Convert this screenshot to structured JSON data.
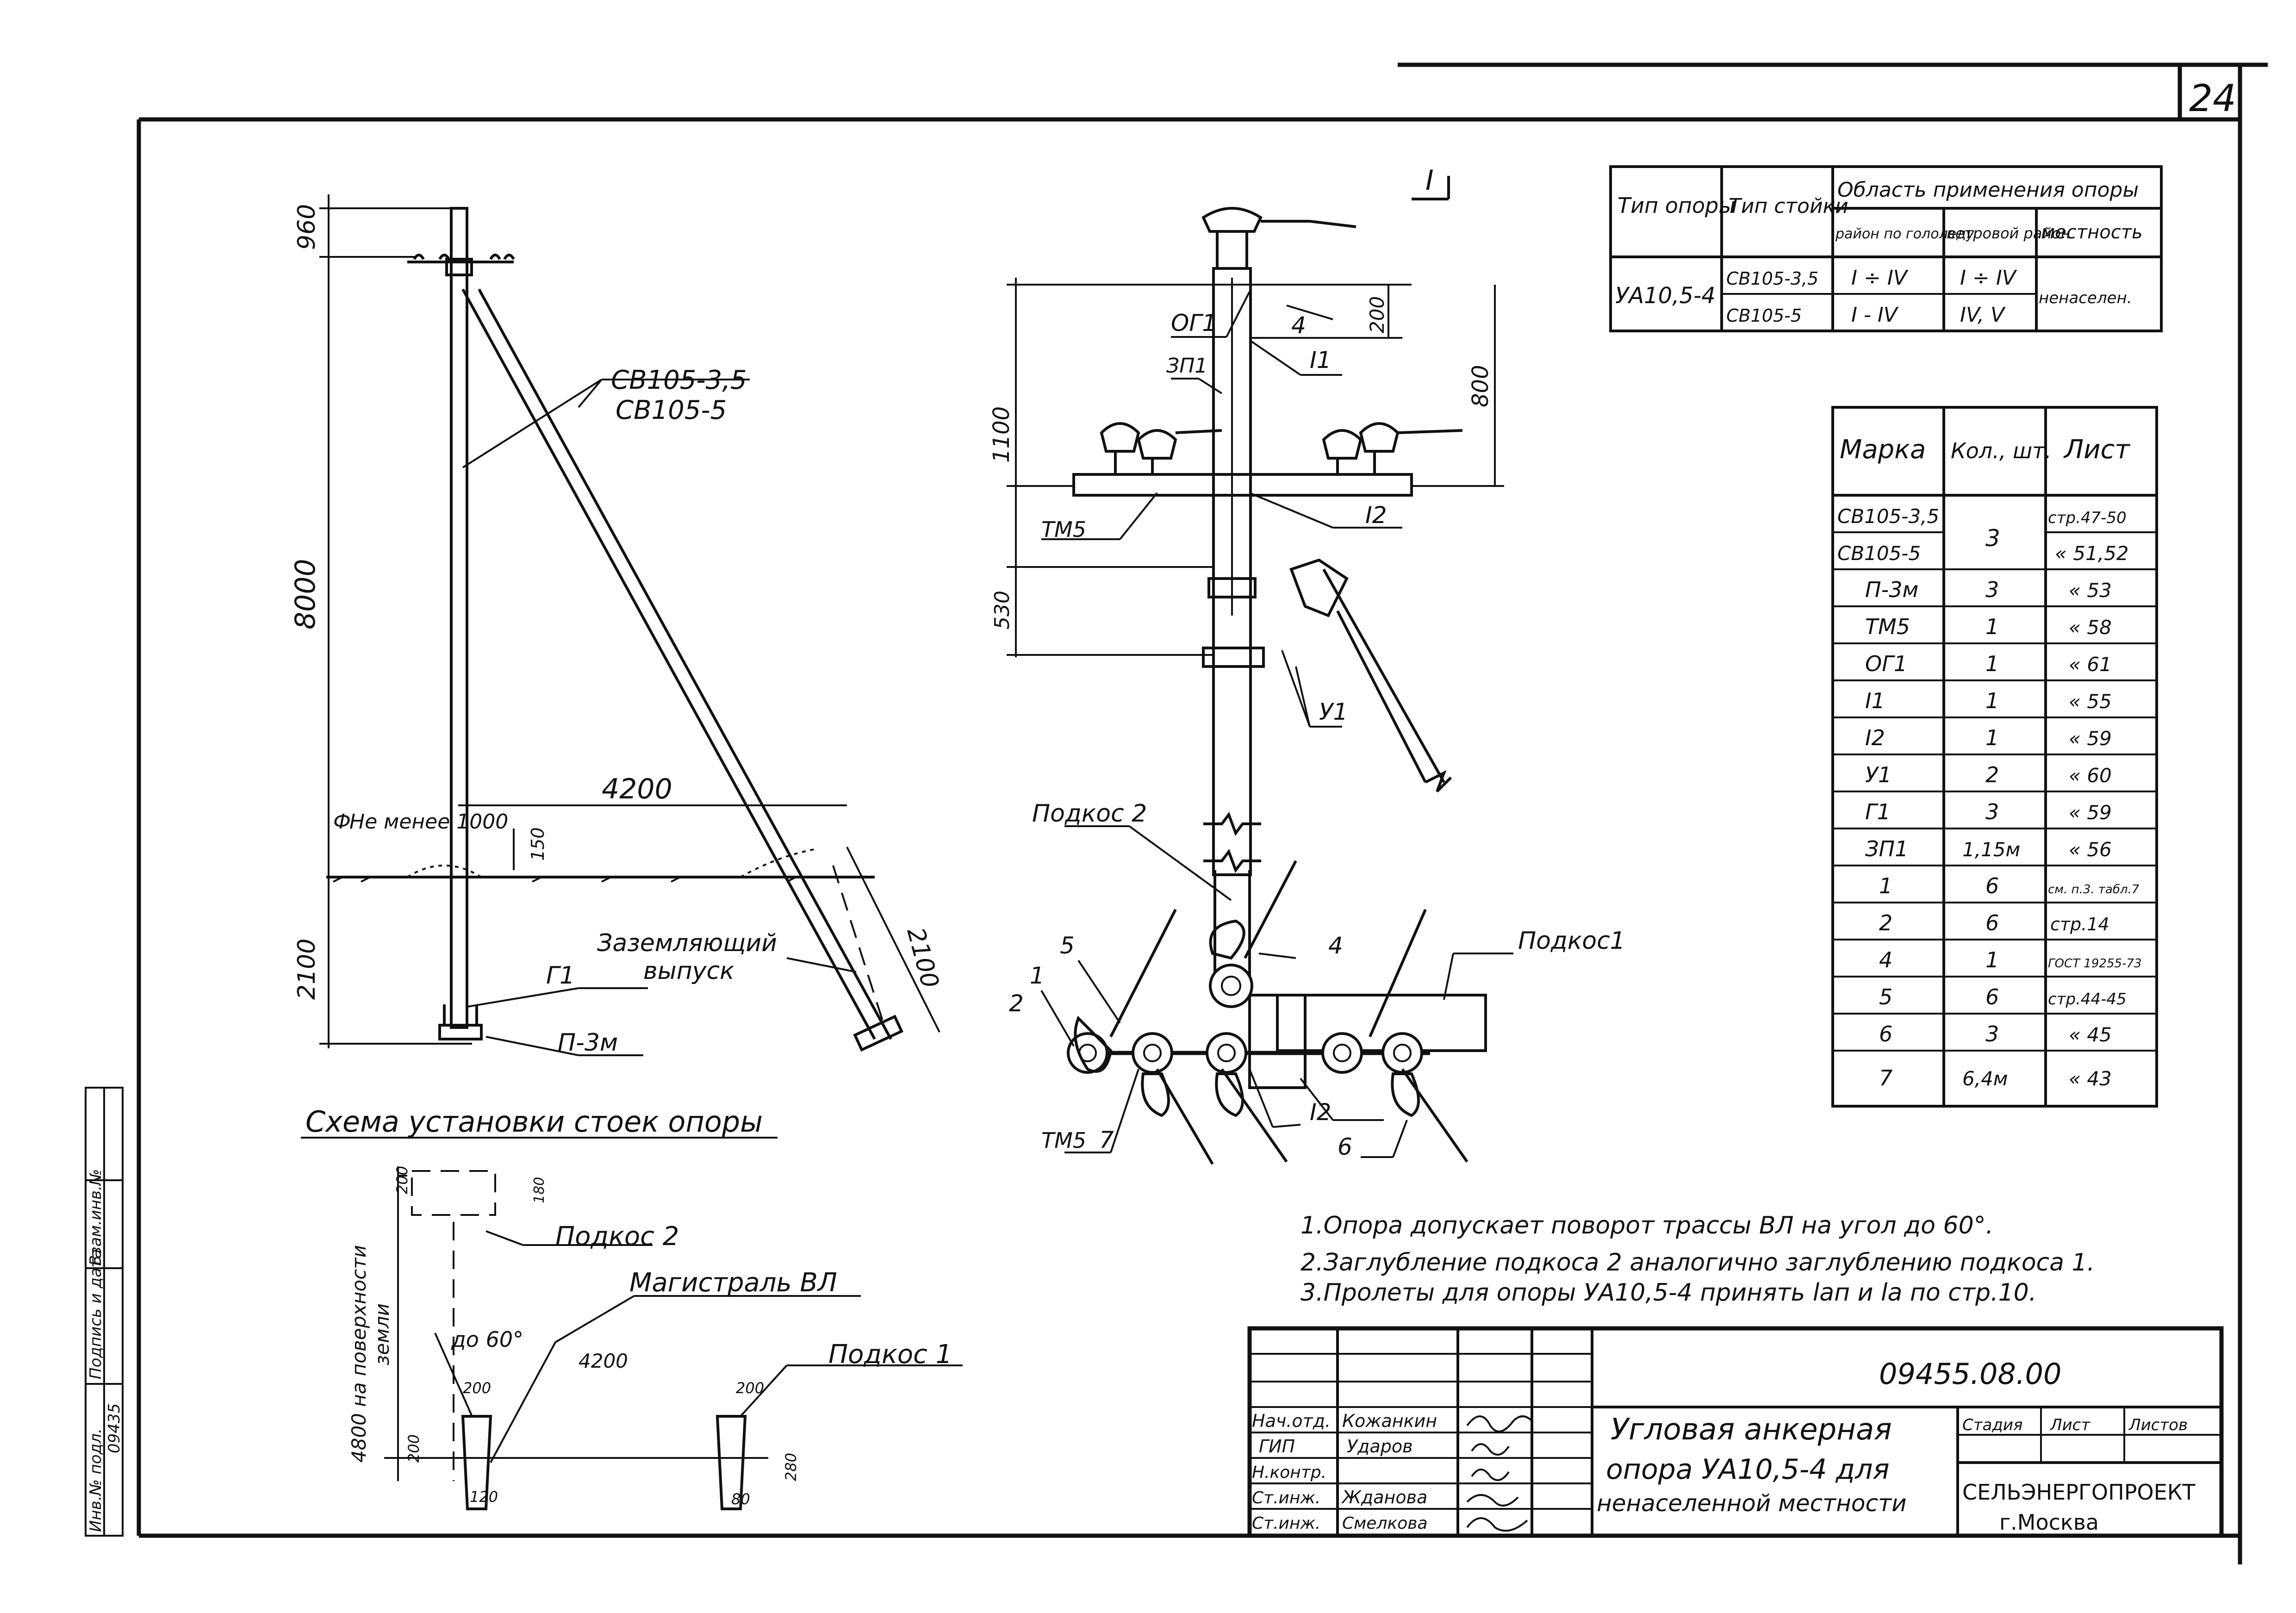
{
  "sheet": {
    "page_number": "24"
  },
  "left_view": {
    "dims": [
      "960",
      "8000",
      "2100",
      "4200",
      "2100",
      "150"
    ],
    "post_labels": [
      "СВ105-3,5",
      "СВ105-5"
    ],
    "ground_note": "Не менее 1000",
    "ground_symbol": "Ф",
    "earth_label_1": "Заземляющий",
    "earth_label_2": "выпуск",
    "part_g1": "Г1",
    "part_p3": "П-3м"
  },
  "scheme": {
    "title": "Схема установки стоек опоры",
    "podkos2": "Подкос 2",
    "podkos1": "Подкос 1",
    "magistral": "Магистраль ВЛ",
    "angle": "до 60°",
    "vertical_dim_1": "4800 на поверхности",
    "vertical_dim_2": "земли",
    "dims": [
      "200",
      "180",
      "4200",
      "200",
      "200",
      "120",
      "200",
      "280",
      "80"
    ]
  },
  "center_view": {
    "section_mark": "I",
    "labels": [
      "ОГ1",
      "ЗП1",
      "4",
      "I1",
      "ТМ5",
      "I2",
      "У1"
    ],
    "dims": [
      "1100",
      "200",
      "800",
      "530"
    ],
    "podkos2": "Подкос 2",
    "podkos1": "Подкос1",
    "bottom_labels": [
      "5",
      "4",
      "1",
      "2",
      "ТМ5",
      "7",
      "I2",
      "6"
    ]
  },
  "application_table": {
    "headers": {
      "type_op": "Тип опоры",
      "type_st": "Тип стойки",
      "area": "Область применения опоры",
      "ice": "район по гололеду",
      "wind": "ветровой район",
      "place": "местность"
    },
    "rows": [
      {
        "opora": "УА10,5-4",
        "stoika": "СВ105-3,5",
        "ice": "I ÷ IV",
        "wind": "I ÷ IV",
        "place": "ненаселен."
      },
      {
        "opora": "",
        "stoika": "СВ105-5",
        "ice": "I - IV",
        "wind": "IV, V",
        "place": ""
      }
    ]
  },
  "spec_table": {
    "headers": [
      "Марка",
      "Кол., шт.",
      "Лист"
    ],
    "rows": [
      {
        "mark": "СВ105-3,5",
        "qty": "3",
        "sheet": "стр.47-50"
      },
      {
        "mark": "СВ105-5",
        "qty": "",
        "sheet": "« 51,52"
      },
      {
        "mark": "П-3м",
        "qty": "3",
        "sheet": "« 53"
      },
      {
        "mark": "ТМ5",
        "qty": "1",
        "sheet": "« 58"
      },
      {
        "mark": "ОГ1",
        "qty": "1",
        "sheet": "« 61"
      },
      {
        "mark": "I1",
        "qty": "1",
        "sheet": "« 55"
      },
      {
        "mark": "I2",
        "qty": "1",
        "sheet": "« 59"
      },
      {
        "mark": "У1",
        "qty": "2",
        "sheet": "« 60"
      },
      {
        "mark": "Г1",
        "qty": "3",
        "sheet": "« 59"
      },
      {
        "mark": "ЗП1",
        "qty": "1,15м",
        "sheet": "« 56"
      },
      {
        "mark": "1",
        "qty": "6",
        "sheet": "см. п.3. табл.7"
      },
      {
        "mark": "2",
        "qty": "6",
        "sheet": "стр.14"
      },
      {
        "mark": "4",
        "qty": "1",
        "sheet": "ГОСТ 19255-73"
      },
      {
        "mark": "5",
        "qty": "6",
        "sheet": "стр.44-45"
      },
      {
        "mark": "6",
        "qty": "3",
        "sheet": "« 45"
      },
      {
        "mark": "7",
        "qty": "6,4м",
        "sheet": "« 43"
      }
    ]
  },
  "notes": [
    "1.Опора допускает поворот трассы ВЛ на угол до 60°.",
    "2.Заглубление подкоса 2 аналогично заглублению подкоса 1.",
    "3.Пролеты для опоры УА10,5-4 принять lап и lа по стр.10."
  ],
  "title_block": {
    "doc_code": "09455.08.00",
    "roles": [
      "Нач.отд.",
      "ГИП",
      "Н.контр.",
      "Ст.инж.",
      "Ст.инж."
    ],
    "names": [
      "Кожанкин",
      "Ударов",
      "",
      "Жданова",
      "Смелкова"
    ],
    "title": [
      "Угловая анкерная",
      "опора УА10,5-4 для",
      "ненаселенной местности"
    ],
    "stage_headers": [
      "Стадия",
      "Лист",
      "Листов"
    ],
    "org": "СЕЛЬЭНЕРГОПРОЕКТ",
    "city": "г.Москва"
  },
  "side_stamp": [
    "Инв.№ подл.",
    "Подпись и дата",
    "Взам.инв.№",
    "09435"
  ]
}
